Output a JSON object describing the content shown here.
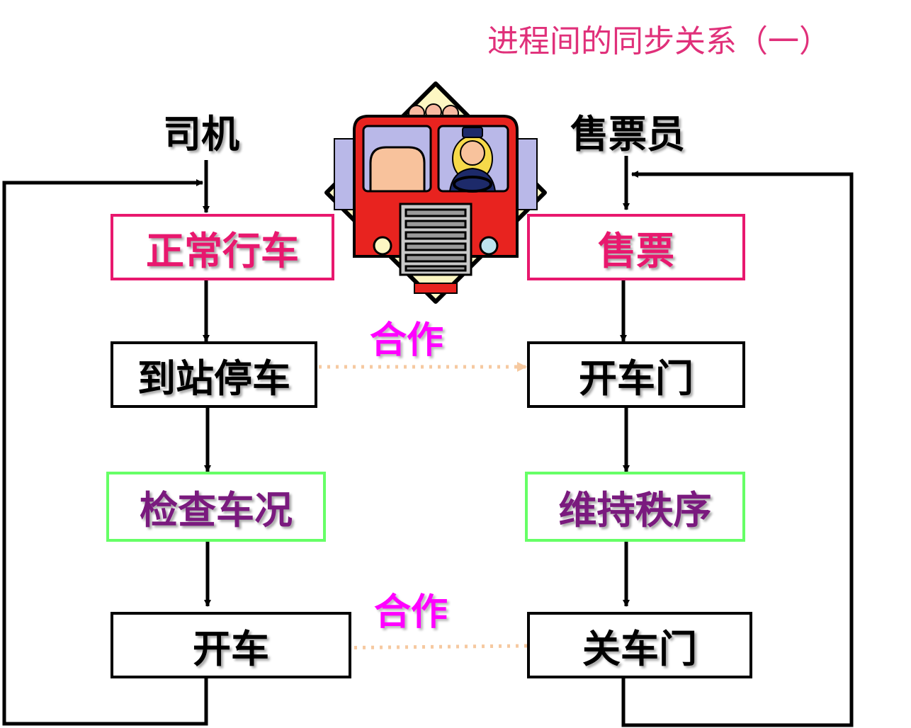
{
  "title": "进程间的同步关系（一）",
  "driver": {
    "label": "司机",
    "steps": [
      "正常行车",
      "到站停车",
      "检查车况",
      "开车"
    ]
  },
  "conductor": {
    "label": "售票员",
    "steps": [
      "售票",
      "开车门",
      "维持秩序",
      "关车门"
    ]
  },
  "cooperation_labels": [
    "合作",
    "合作"
  ],
  "colors": {
    "title": "#e0307a",
    "highlight_border": "#e8186e",
    "check_border": "#66ff66",
    "check_text": "#7a1a7e",
    "cooperation": "#ff00ff",
    "sync_arrow": "#f6c9a0"
  },
  "icons": [
    "bus-driver-icon"
  ]
}
